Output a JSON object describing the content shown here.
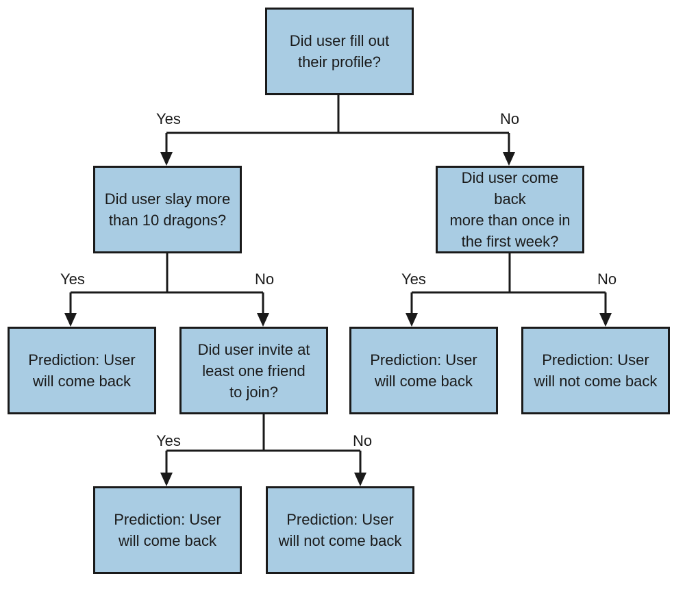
{
  "nodes": {
    "root": {
      "lines": [
        "Did user fill out",
        "their profile?"
      ]
    },
    "dragons": {
      "lines": [
        "Did user slay more",
        "than 10 dragons?"
      ]
    },
    "come_back_week": {
      "lines": [
        "Did user come back",
        "more than once in",
        "the first week?"
      ]
    },
    "pred_dragons_yes": {
      "lines": [
        "Prediction: User",
        "will come back"
      ]
    },
    "invite_friend": {
      "lines": [
        "Did user invite at",
        "least one friend",
        "to join?"
      ]
    },
    "pred_week_yes": {
      "lines": [
        "Prediction: User",
        "will come back"
      ]
    },
    "pred_week_no": {
      "lines": [
        "Prediction: User",
        "will not come back"
      ]
    },
    "pred_invite_yes": {
      "lines": [
        "Prediction: User",
        "will come back"
      ]
    },
    "pred_invite_no": {
      "lines": [
        "Prediction: User",
        "will not come back"
      ]
    }
  },
  "edges": {
    "root_yes": "Yes",
    "root_no": "No",
    "dragons_yes": "Yes",
    "dragons_no": "No",
    "week_yes": "Yes",
    "week_no": "No",
    "invite_yes": "Yes",
    "invite_no": "No"
  },
  "colors": {
    "node_fill": "#a9cce3",
    "stroke": "#1a1a1a"
  }
}
